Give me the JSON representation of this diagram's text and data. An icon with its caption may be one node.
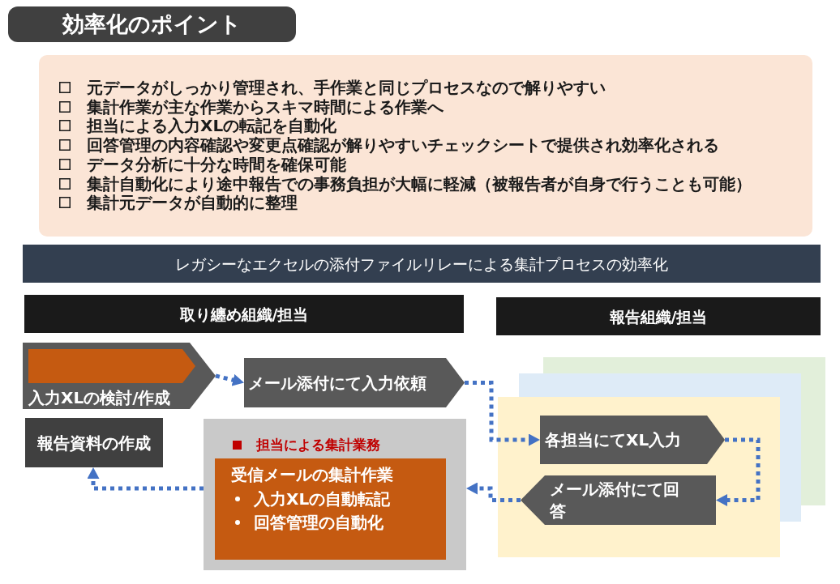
{
  "diagram": {
    "title": "効率化のポイント",
    "nodes": [
      {
        "text": [
          "元データがしっかり管理され、手作業と同じプロセスなので解りやすい",
          "集計作業が主な作業からスキマ時間による作業へ",
          "担当による入力XLの転記を自動化",
          "回答管理の内容確認や変更点確認が解りやすいチェックシートで提供され効率化される",
          "データ分析に十分な時間を確保可能",
          "集計自動化により途中報告での事務負担が大幅に軽減（被報告者が自身で行うことも可能）",
          "集計元データが自動的に整理"
        ]
      },
      {
        "text": [
          "レガシーなエクセルの添付ファイルリレーによる集計プロセスの効率化"
        ]
      },
      {
        "text": [
          "取り纏め組織/担当"
        ]
      },
      {
        "text": [
          "報告組織/担当"
        ]
      },
      {
        "text": [
          "入力XLの検討/作成"
        ]
      },
      {
        "text": [],
        "shape": "pentagon",
        "in": 4
      },
      {
        "text": [
          "メール添付にて入力依頼"
        ]
      },
      {
        "text": [
          "報告資料の作成"
        ]
      },
      {
        "text": [
          "担当による集計業務"
        ]
      },
      {
        "text": [
          "受信メールの集計作業",
          "入力XLの自動転記",
          "回答管理の自動化"
        ],
        "in": 8
      },
      {
        "text": [
          "各担当にてXL入力"
        ]
      },
      {
        "text": [
          "メール添付にて回答"
        ]
      }
    ],
    "edges": [
      {
        "from": 4,
        "to": 6,
        "arrow": "to"
      },
      {
        "from": 6,
        "to": 10,
        "arrow": "to"
      },
      {
        "from": 10,
        "to": 11,
        "arrow": "to"
      },
      {
        "from": 11,
        "to": 8,
        "arrow": "to"
      },
      {
        "from": 8,
        "to": 7,
        "arrow": "to"
      }
    ]
  }
}
